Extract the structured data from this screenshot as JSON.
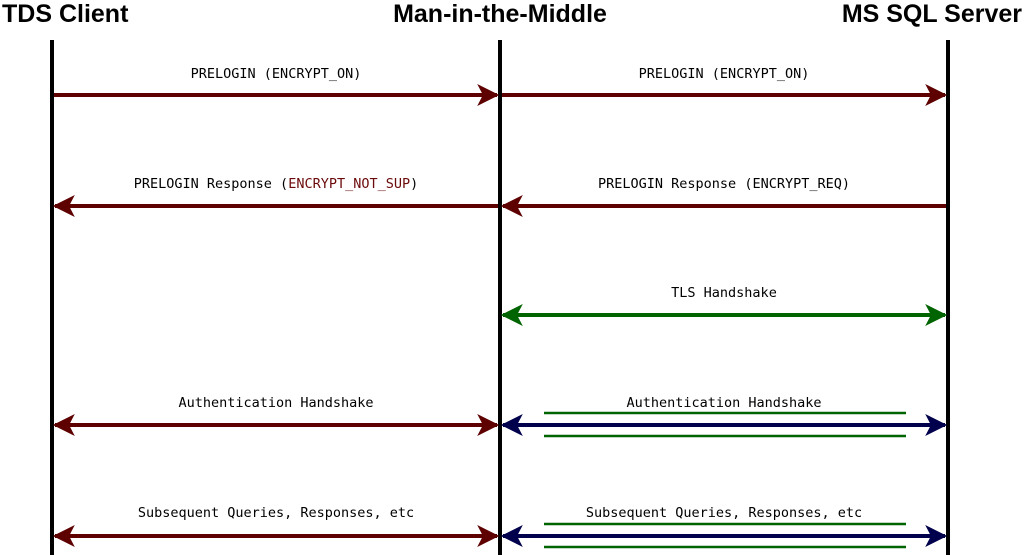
{
  "participants": [
    {
      "id": "client",
      "name": "TDS Client"
    },
    {
      "id": "mitm",
      "name": "Man-in-the-Middle"
    },
    {
      "id": "server",
      "name": "MS SQL Server"
    }
  ],
  "colors": {
    "lifeline": "#000000",
    "plain": "#5e0000",
    "tls": "#006400",
    "secure": "#00004d",
    "highlight": "#6b0a0a"
  },
  "messages": [
    {
      "id": "m1",
      "from": "client",
      "to": "mitm",
      "label": "PRELOGIN (ENCRYPT_ON)",
      "style": "plain",
      "direction": "forward"
    },
    {
      "id": "m2",
      "from": "mitm",
      "to": "server",
      "label": "PRELOGIN (ENCRYPT_ON)",
      "style": "plain",
      "direction": "forward"
    },
    {
      "id": "m3",
      "from": "mitm",
      "to": "client",
      "label_prefix": "PRELOGIN Response (",
      "label_highlight": "ENCRYPT_NOT_SUP",
      "label_suffix": ")",
      "style": "plain",
      "direction": "backward"
    },
    {
      "id": "m4",
      "from": "server",
      "to": "mitm",
      "label": "PRELOGIN Response (ENCRYPT_REQ)",
      "style": "plain",
      "direction": "backward"
    },
    {
      "id": "m5",
      "from": "mitm",
      "to": "server",
      "label": "TLS Handshake",
      "style": "tls",
      "direction": "both"
    },
    {
      "id": "m6",
      "from": "client",
      "to": "mitm",
      "label": "Authentication Handshake",
      "style": "plain",
      "direction": "both"
    },
    {
      "id": "m7",
      "from": "mitm",
      "to": "server",
      "label": "Authentication Handshake",
      "style": "secure",
      "direction": "both"
    },
    {
      "id": "m8",
      "from": "client",
      "to": "mitm",
      "label": "Subsequent Queries, Responses, etc",
      "style": "plain",
      "direction": "both"
    },
    {
      "id": "m9",
      "from": "mitm",
      "to": "server",
      "label": "Subsequent Queries, Responses, etc",
      "style": "secure",
      "direction": "both"
    }
  ]
}
